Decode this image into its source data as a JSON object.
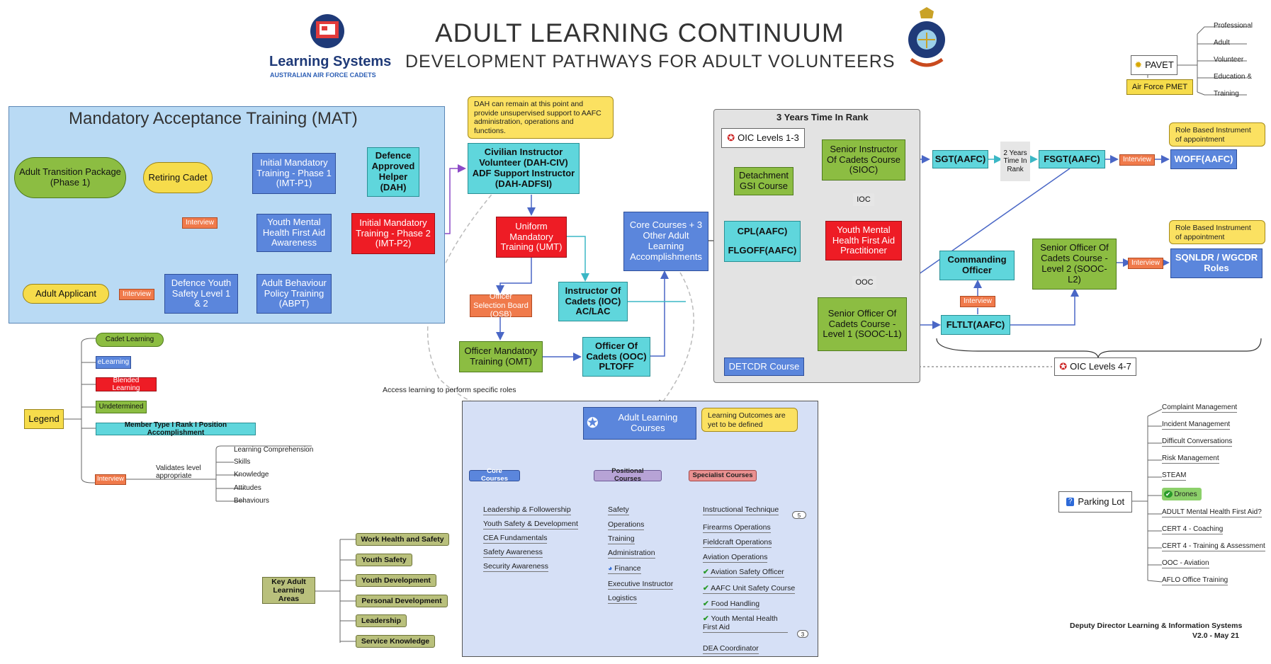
{
  "header": {
    "title": "ADULT LEARNING CONTINUUM",
    "subtitle": "DEVELOPMENT PATHWAYS FOR ADULT VOLUNTEERS",
    "logo_text": "Learning Systems",
    "logo_sub": "AUSTRALIAN AIR FORCE CADETS"
  },
  "mat": {
    "title": "Mandatory Acceptance Training (MAT)",
    "adult_transition": "Adult Transition Package (Phase 1)",
    "retiring_cadet": "Retiring Cadet",
    "adult_applicant": "Adult Applicant",
    "interview": "Interview",
    "interview2": "Interview",
    "defence_youth_safety": "Defence Youth Safety Level 1 & 2",
    "adult_behaviour": "Adult Behaviour Policy Training (ABPT)",
    "youth_mental_health": "Youth Mental Health First Aid Awareness",
    "imt_p1": "Initial Mandatory Training - Phase 1 (IMT-P1)",
    "dah": "Defence Approved Helper (DAH)",
    "imt_p2": "Initial Mandatory Training - Phase 2 (IMT-P2)"
  },
  "middle": {
    "dah_note": "DAH can remain at this point and provide unsupervised support to AAFC administration, operations and functions.",
    "civilian_instructor": "Civilian Instructor Volunteer (DAH-CIV) ADF Support Instructor (DAH-ADFSI)",
    "umt": "Uniform Mandatory Training (UMT)",
    "osb": "Officer Selection Board (OSB)",
    "ioc": "Instructor Of Cadets (IOC) AC/LAC",
    "omt": "Officer Mandatory Training (OMT)",
    "ooc": "Officer Of Cadets (OOC) PLTOFF",
    "core_courses": "Core Courses + 3 Other Adult Learning Accomplishments",
    "access_note": "Access learning to perform specific roles"
  },
  "rank": {
    "title": "3 Years Time In Rank",
    "oic_levels": "OIC Levels 1-3",
    "detachment": "Detachment GSI Course",
    "siocc": "Senior Instructor Of Cadets Course (SIOC)",
    "ioc_tag": "IOC",
    "cpl": "CPL(AAFC)",
    "flgoff": "FLGOFF(AAFC)",
    "ymhfa_practitioner": "Youth Mental Health First Aid Practitioner",
    "ooc_tag": "OOC",
    "sooc_l1": "Senior Officer Of Cadets Course - Level 1 (SOOC-L1)",
    "detcdr": "DETCDR Course"
  },
  "right": {
    "sgt": "SGT(AAFC)",
    "two_years": "2 Years Time In Rank",
    "fsgt": "FSGT(AAFC)",
    "interview_a": "Interview",
    "woff": "WOFF(AAFC)",
    "role_note_a": "Role Based Instrument of appointment",
    "commanding_officer": "Commanding Officer",
    "interview_b": "Interview",
    "fltlt": "FLTLT(AAFC)",
    "sooc_l2": "Senior Officer Of Cadets Course - Level 2 (SOOC-L2)",
    "interview_c": "Interview",
    "sqnldr": "SQNLDR / WGCDR Roles",
    "role_note_b": "Role Based Instrument of appointment",
    "oic_4_7": "OIC Levels 4-7"
  },
  "pavet": {
    "label": "PAVET",
    "pmet": "Air Force PMET",
    "items": [
      "Professional",
      "Adult",
      "Volunteer",
      "Education &",
      "Training"
    ]
  },
  "legend": {
    "label": "Legend",
    "items": [
      "Cadet Learning",
      "eLearning",
      "Blended Learning",
      "Undetermined",
      "Member Type I Rank I Position Accomplishment"
    ],
    "interview": "Interview",
    "validates": "Validates level appropriate",
    "validates_items": [
      "Learning Comprehension",
      "Skills",
      "Knowledge",
      "Attitudes",
      "Behaviours"
    ]
  },
  "key_areas": {
    "label": "Key Adult Learning Areas",
    "items": [
      "Work Health and Safety",
      "Youth Safety",
      "Youth Development",
      "Personal Development",
      "Leadership",
      "Service Knowledge"
    ]
  },
  "alc": {
    "title": "Adult Learning Courses",
    "outcomes_note": "Learning Outcomes are yet to be defined",
    "core_header": "Core Courses",
    "positional_header": "Positional Courses",
    "specialist_header": "Specialist Courses",
    "core": [
      "Leadership & Followership",
      "Youth Safety & Development",
      "CEA Fundamentals",
      "Safety Awareness",
      "Security Awareness"
    ],
    "positional": [
      "Safety",
      "Operations",
      "Training",
      "Administration",
      "Finance",
      "Executive Instructor",
      "Logistics"
    ],
    "specialist": [
      "Instructional Technique",
      "Firearms Operations",
      "Fieldcraft Operations",
      "Aviation Operations",
      "Aviation Safety Officer",
      "AAFC Unit Safety Course",
      "Food Handling",
      "Youth Mental Health First Aid",
      "DEA Coordinator"
    ],
    "badge_a": "5",
    "badge_b": "3"
  },
  "parking": {
    "label": "Parking Lot",
    "items": [
      "Complaint Management",
      "Incident Management",
      "Difficult Conversations",
      "Risk Management",
      "STEAM",
      "Drones",
      "ADULT Mental Health First Aid?",
      "CERT 4 - Coaching",
      "CERT 4 - Training & Assessment",
      "OOC - Aviation",
      "AFLO Office Training"
    ]
  },
  "footer": {
    "line1": "Deputy Director Learning & Information Systems",
    "line2": "V2.0 - May 21"
  },
  "colors": {
    "elearning": "#5b86dc",
    "blended": "#ee1c25",
    "undetermined": "#8cbd42",
    "accomplishment": "#5fd6dc",
    "cadet": "#8cbd42"
  }
}
